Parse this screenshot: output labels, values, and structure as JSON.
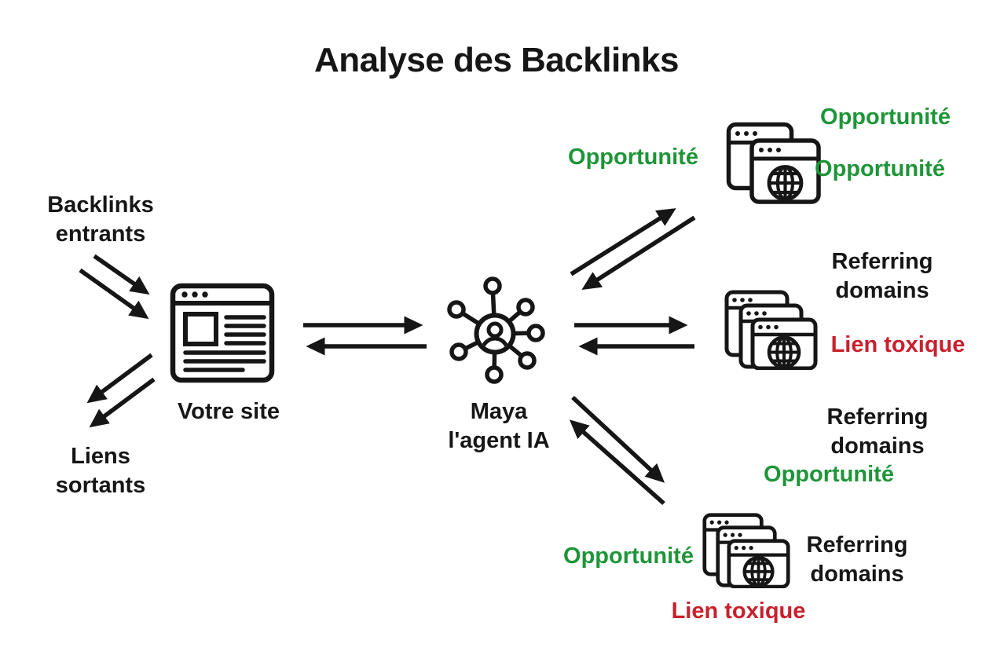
{
  "title": "Analyse des Backlinks",
  "colors": {
    "ink": "#161616",
    "green": "#1e9538",
    "red": "#c8202c",
    "background": "#ffffff"
  },
  "source": {
    "incoming": {
      "line1": "Backlinks",
      "line2": "entrants"
    },
    "outgoing": {
      "line1": "Liens",
      "line2": "sortants"
    },
    "site_label": "Votre site",
    "site_icon": "browser-window-icon"
  },
  "agent": {
    "line1": "Maya",
    "line2": "l'agent IA",
    "icon": "ai-network-agent-icon"
  },
  "clusters": {
    "top": {
      "icon": "stacked-browsers-globe-icon",
      "label_left": "Opportunité",
      "label_top": "Opportunité",
      "label_right": "Opportunité"
    },
    "middle": {
      "icon": "stacked-browsers-globe-icon",
      "referring_line1": "Referring",
      "referring_line2": "domains",
      "toxic": "Lien toxique"
    },
    "bottom": {
      "icon": "stacked-browsers-globe-icon",
      "referring_top_line1": "Referring",
      "referring_top_line2": "domains",
      "opportunity_top": "Opportunité",
      "opportunity_left": "Opportunité",
      "referring_right_line1": "Referring",
      "referring_right_line2": "domains",
      "toxic": "Lien toxique"
    }
  }
}
